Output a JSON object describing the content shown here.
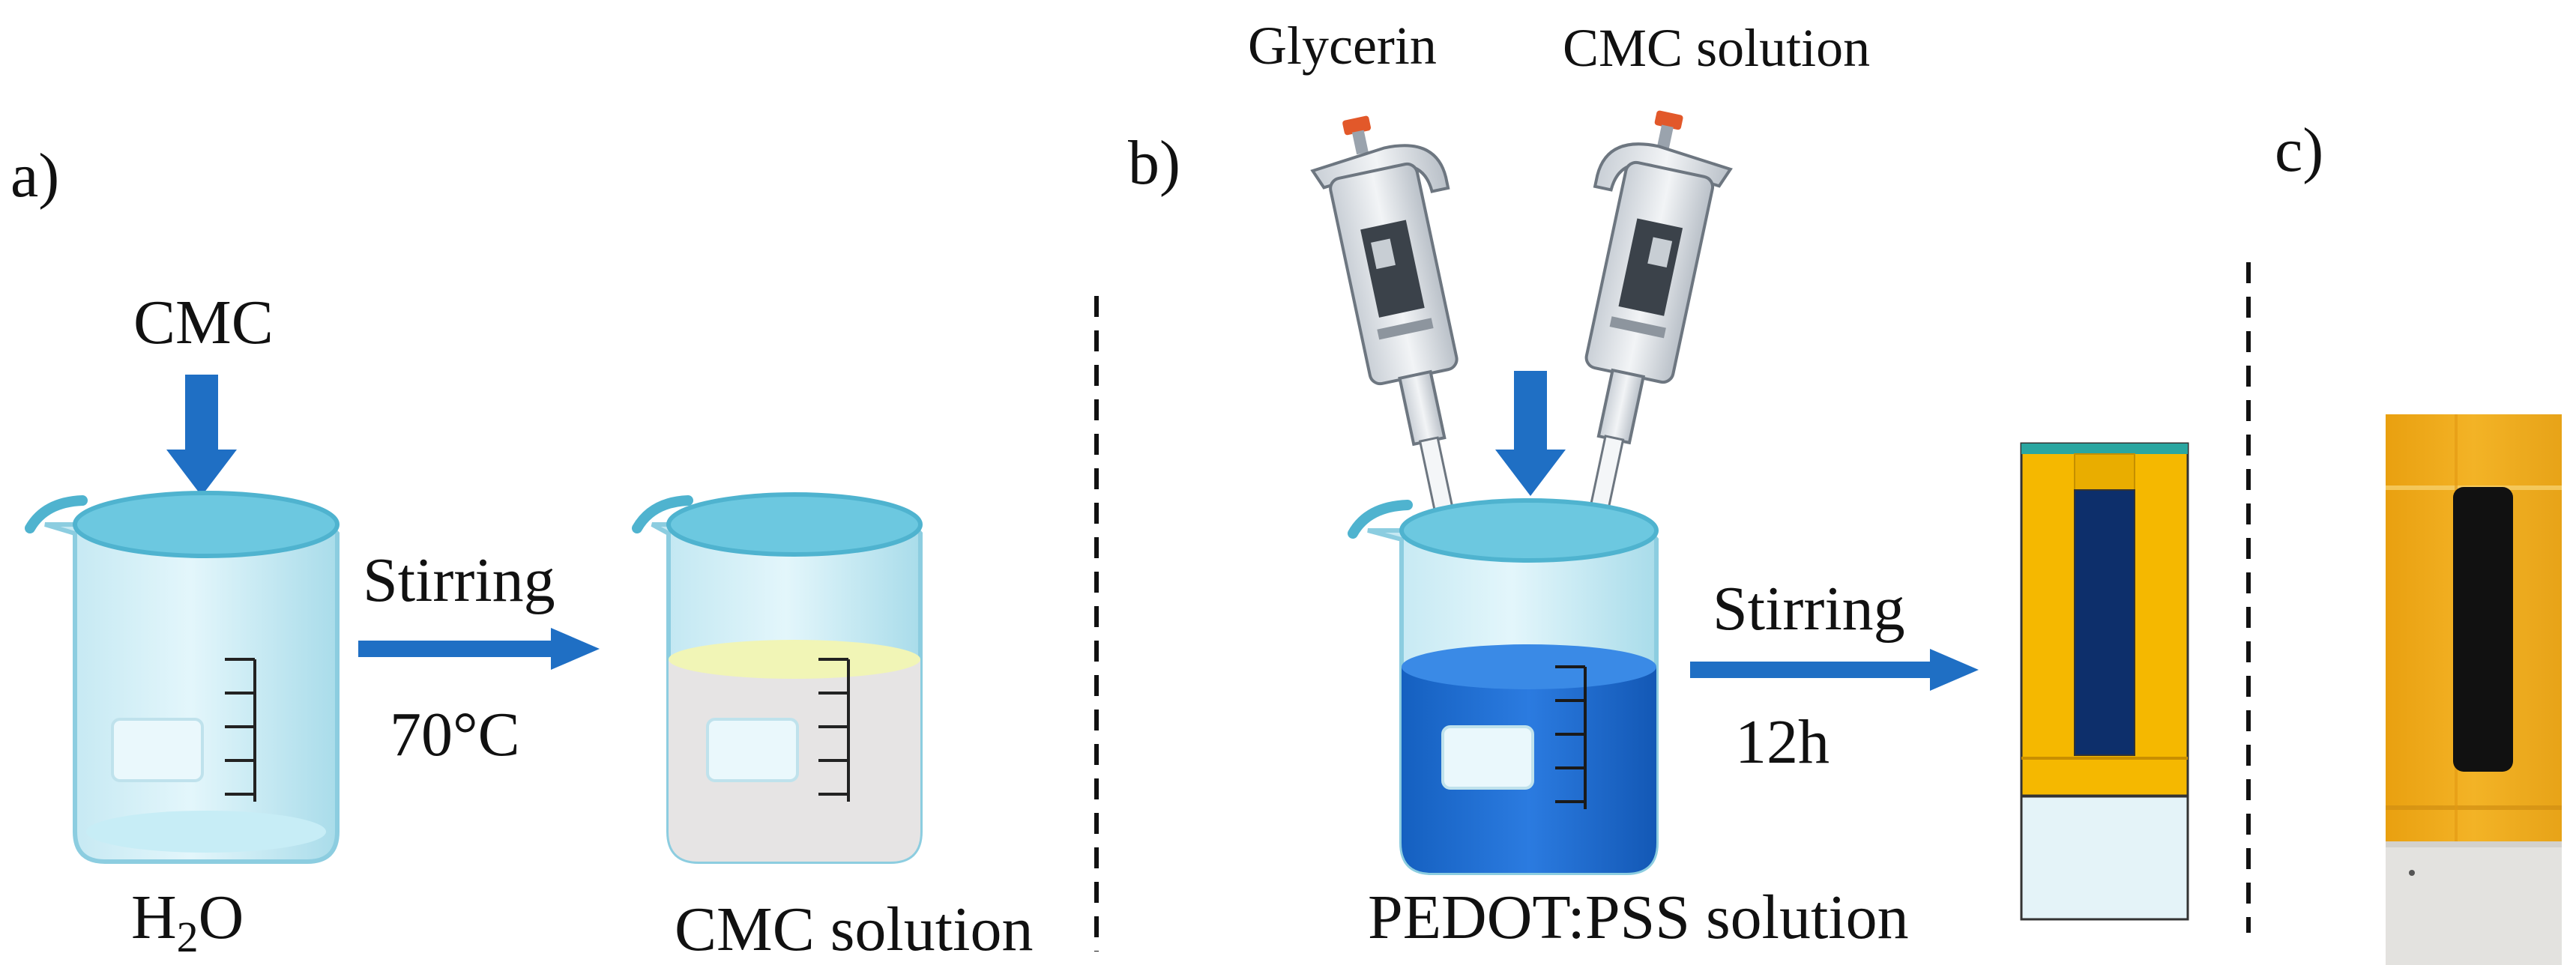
{
  "panels": {
    "a": {
      "label": "a)",
      "input_label": "CMC",
      "beaker1_label_main": "H",
      "beaker1_label_sub": "2",
      "beaker1_label_end": "O",
      "arrow_top": "Stirring",
      "arrow_bottom": "70°C",
      "beaker2_label": "CMC solution"
    },
    "b": {
      "label": "b)",
      "pipette_left_label": "Glycerin",
      "pipette_right_label": "CMC solution",
      "beaker_label": "PEDOT:PSS solution",
      "arrow_top": "Stirring",
      "arrow_bottom": "12h"
    },
    "c": {
      "label": "c)"
    }
  },
  "colors": {
    "arrow_blue": "#1f6fc4",
    "water_light": "#b8e6f2",
    "pedot_blue": "#1a6bd0",
    "tape_orange": "#f5b800",
    "film_navy": "#0d2f6b",
    "cmc_gray": "#e6e4e4"
  }
}
